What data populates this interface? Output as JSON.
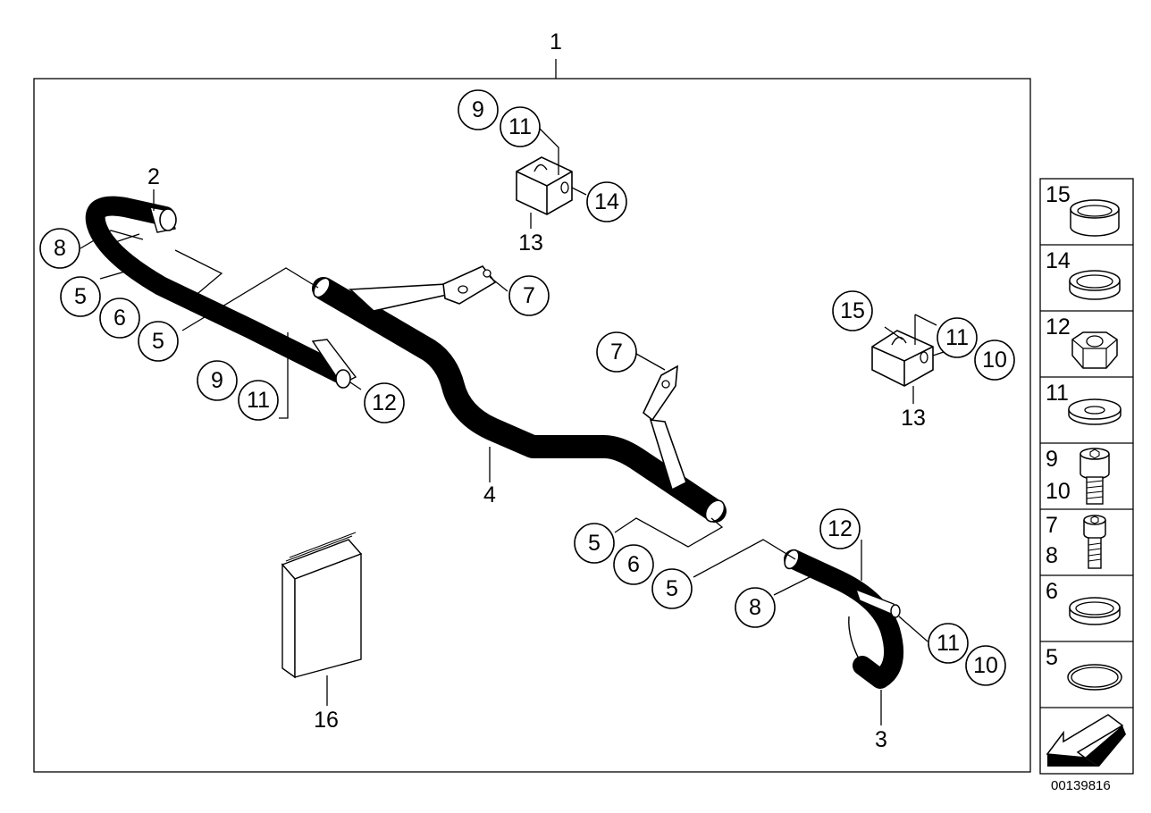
{
  "main_number": "1",
  "callouts": {
    "c9_top": "9",
    "c11_top": "11",
    "c14": "14",
    "c13_top": "13",
    "c2": "2",
    "c8_left": "8",
    "c5_left_a": "5",
    "c6_left": "6",
    "c5_left_b": "5",
    "c7_top": "7",
    "c9_mid": "9",
    "c11_mid": "11",
    "c12_mid": "12",
    "c7_mid": "7",
    "c4": "4",
    "c15_right": "15",
    "c11_right": "11",
    "c10_right": "10",
    "c13_right": "13",
    "c5_bot_a": "5",
    "c6_bot": "6",
    "c5_bot_b": "5",
    "c12_bot": "12",
    "c8_bot": "8",
    "c11_bot": "11",
    "c10_bot": "10",
    "c16": "16",
    "c3": "3"
  },
  "side_panel": [
    {
      "labels": [
        "15"
      ],
      "icon": "ring-tall-icon"
    },
    {
      "labels": [
        "14"
      ],
      "icon": "ring-flat-icon"
    },
    {
      "labels": [
        "12"
      ],
      "icon": "hex-nut-icon"
    },
    {
      "labels": [
        "11"
      ],
      "icon": "washer-icon"
    },
    {
      "labels": [
        "9",
        "10"
      ],
      "icon": "socket-screw-icon"
    },
    {
      "labels": [
        "7",
        "8"
      ],
      "icon": "socket-screw-icon"
    },
    {
      "labels": [
        "6"
      ],
      "icon": "ring-flat-icon"
    },
    {
      "labels": [
        "5"
      ],
      "icon": "o-ring-icon"
    },
    {
      "labels": [],
      "icon": "arrow-icon"
    }
  ],
  "ref_number": "00139816"
}
